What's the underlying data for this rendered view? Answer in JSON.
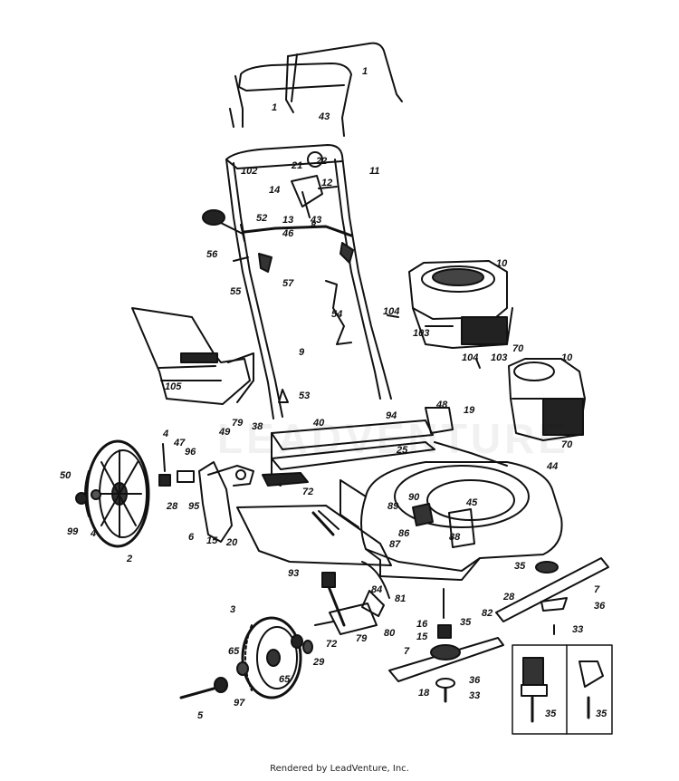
{
  "diagram": {
    "callouts": [
      "1",
      "1",
      "43",
      "102",
      "21",
      "22",
      "11",
      "12",
      "14",
      "13",
      "8",
      "43",
      "52",
      "46",
      "56",
      "55",
      "57",
      "10",
      "104",
      "103",
      "70",
      "54",
      "9",
      "103",
      "104",
      "10",
      "70",
      "45",
      "105",
      "53",
      "79",
      "38",
      "40",
      "94",
      "48",
      "19",
      "4",
      "47",
      "96",
      "49",
      "25",
      "50",
      "99",
      "4",
      "28",
      "95",
      "6",
      "15",
      "20",
      "72",
      "44",
      "89",
      "90",
      "86",
      "88",
      "87",
      "2",
      "93",
      "84",
      "81",
      "35",
      "7",
      "82",
      "28",
      "36",
      "3",
      "80",
      "16",
      "15",
      "35",
      "72",
      "79",
      "33",
      "65",
      "29",
      "65",
      "7",
      "36",
      "18",
      "33",
      "35",
      "35",
      "5",
      "97"
    ],
    "watermark": "LEADVENTURE",
    "footer": "Rendered by LeadVenture, Inc."
  }
}
